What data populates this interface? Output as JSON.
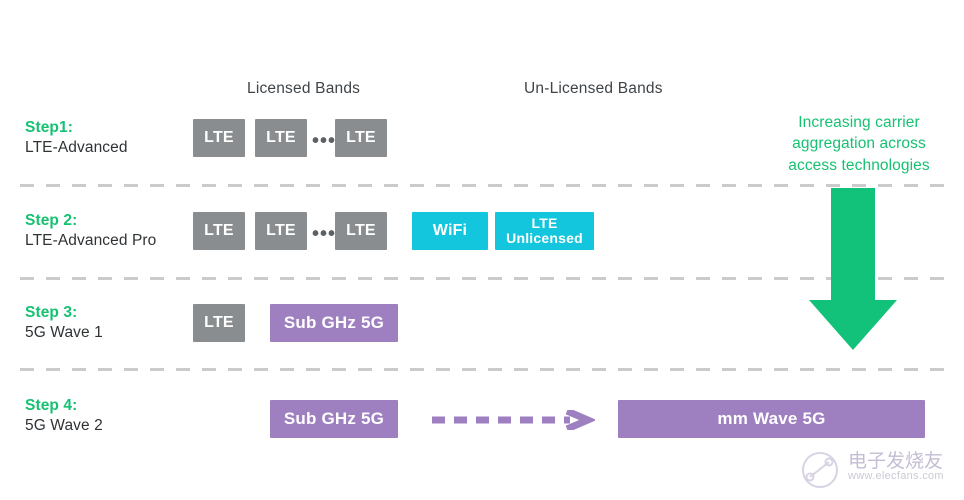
{
  "headers": {
    "licensed": "Licensed Bands",
    "unlicensed": "Un-Licensed Bands"
  },
  "callout": {
    "line1": "Increasing carrier",
    "line2": "aggregation across",
    "line3": "access technologies"
  },
  "rows": [
    {
      "step": "Step1:",
      "name": "LTE-Advanced",
      "boxes": [
        {
          "label": "LTE",
          "type": "gray"
        },
        {
          "label": "LTE",
          "type": "gray"
        },
        {
          "label": "LTE",
          "type": "gray"
        }
      ],
      "ellipsis": "•••"
    },
    {
      "step": "Step 2:",
      "name": "LTE-Advanced Pro",
      "boxes": [
        {
          "label": "LTE",
          "type": "gray"
        },
        {
          "label": "LTE",
          "type": "gray"
        },
        {
          "label": "LTE",
          "type": "gray"
        },
        {
          "label": "WiFi",
          "type": "cyan"
        },
        {
          "label_line1": "LTE",
          "label_line2": "Unlicensed",
          "type": "cyan"
        }
      ],
      "ellipsis": "•••"
    },
    {
      "step": "Step 3:",
      "name": "5G Wave 1",
      "boxes": [
        {
          "label": "LTE",
          "type": "gray"
        },
        {
          "label": "Sub GHz 5G",
          "type": "purple"
        }
      ]
    },
    {
      "step": "Step 4:",
      "name": "5G Wave 2",
      "boxes": [
        {
          "label": "Sub GHz 5G",
          "type": "purple"
        },
        {
          "label": "mm Wave 5G",
          "type": "purple"
        }
      ]
    }
  ],
  "watermark": {
    "chinese": "电子发烧友",
    "url": "www.elecfans.com"
  },
  "colors": {
    "green": "#16c172",
    "gray": "#8a8d8f",
    "cyan": "#13c6dd",
    "purple": "#9e7fc0",
    "dash": "#c9cbcd",
    "text": "#2f3336"
  }
}
